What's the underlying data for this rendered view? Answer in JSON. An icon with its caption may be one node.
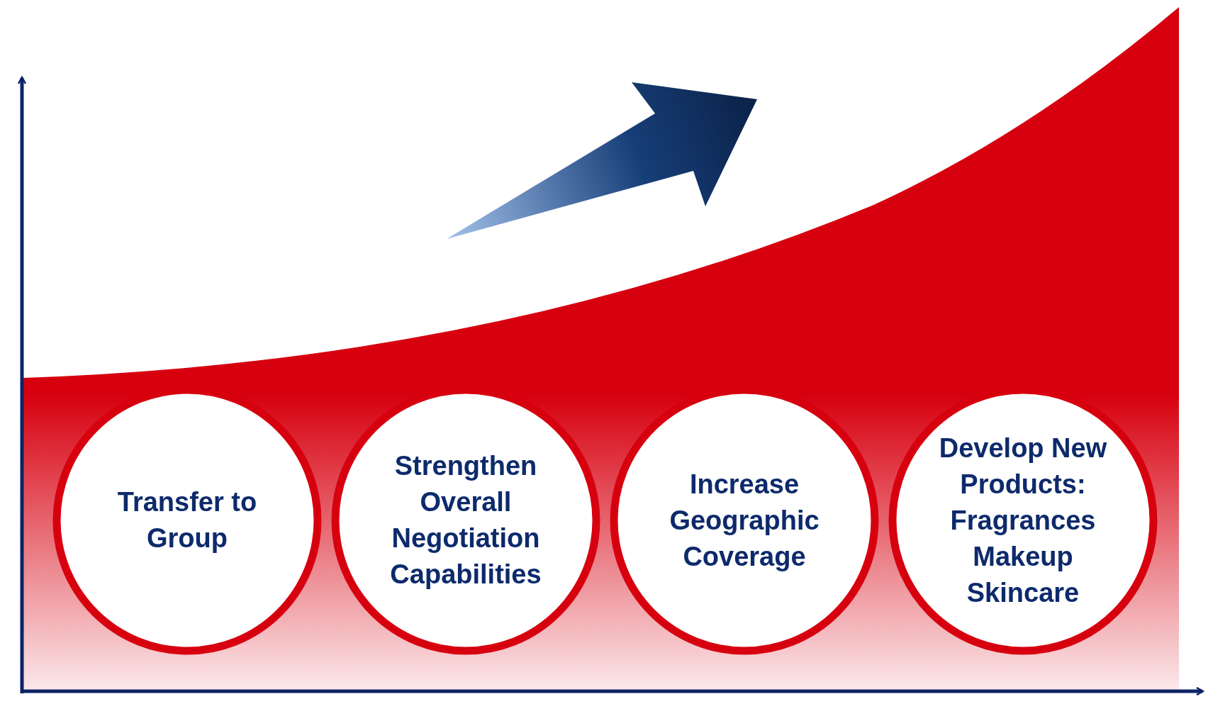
{
  "diagram": {
    "nodes": [
      {
        "text": [
          "Transfer to Group"
        ]
      },
      {
        "text": [
          "Strengthen Overall Negotiation Capabilities"
        ]
      },
      {
        "text": [
          "Increase Geographic Coverage"
        ]
      },
      {
        "text": [
          "Develop New Products:",
          "Fragrances",
          "Makeup",
          "Skincare"
        ]
      }
    ]
  }
}
